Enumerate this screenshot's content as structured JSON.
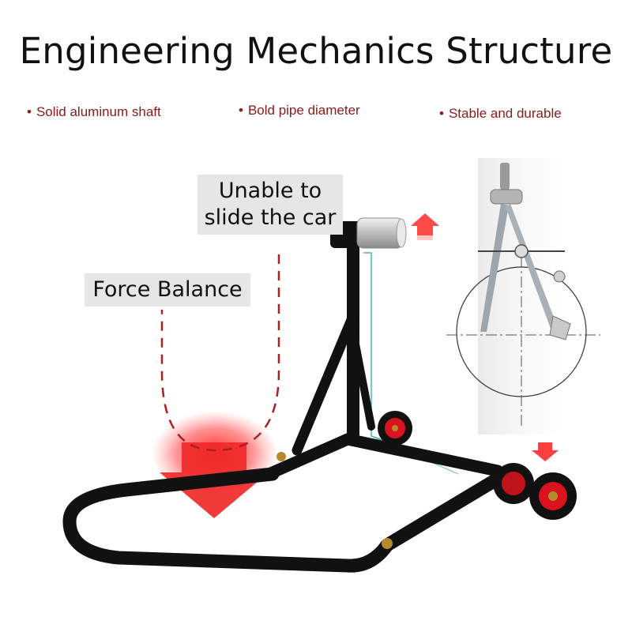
{
  "title": "Engineering Mechanics Structure",
  "features": [
    "Solid aluminum shaft",
    "Bold pipe diameter",
    "Stable and durable"
  ],
  "bullet_glyph": "•",
  "labels": {
    "slide": [
      "Unable to",
      "slide the car"
    ],
    "force": "Force Balance"
  },
  "colors": {
    "accent_red": "#e8242b",
    "bullet_text": "#8b1a1a",
    "stand_black": "#111111",
    "wheel_red": "#d9141e",
    "label_bg": "#e6e6e6"
  },
  "icons": [
    "stand-illustration",
    "compass-tool",
    "force-arrow",
    "lift-arrow"
  ]
}
